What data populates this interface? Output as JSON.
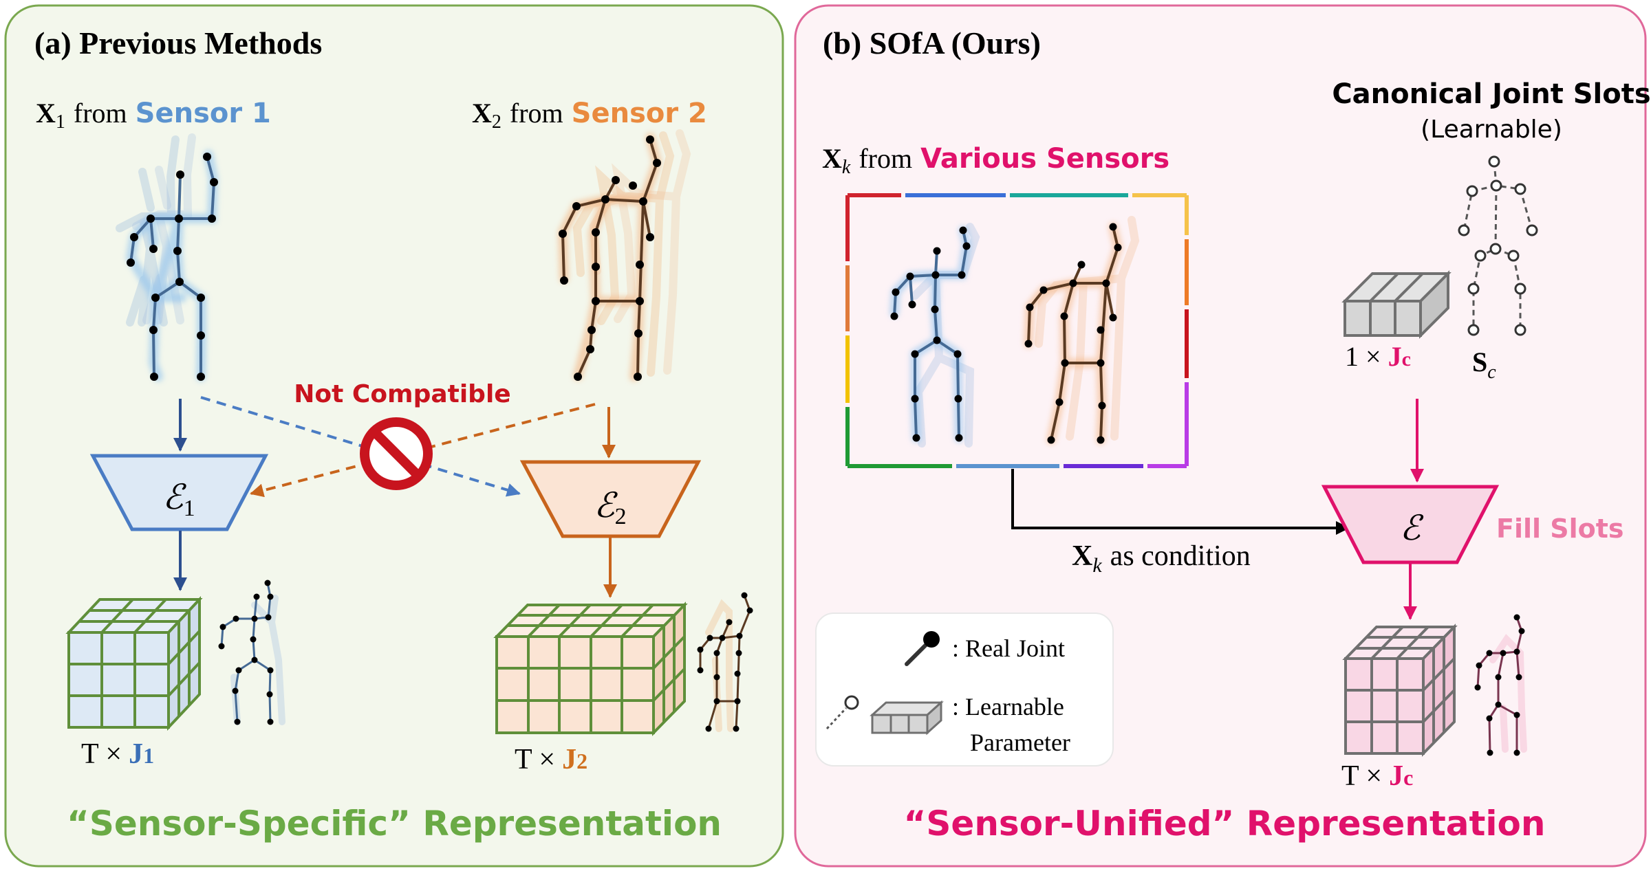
{
  "colors": {
    "green": "#6aaa45",
    "green_border": "#7aa84f",
    "green_bg": "#f3f7ec",
    "pink_border": "#e0689a",
    "pink_bg": "#fdf3f6",
    "blue": "#4a7cc4",
    "blue_dark": "#2c4f8f",
    "orange": "#c8641c",
    "orange_text": "#e98a3e",
    "red": "#c8141e",
    "magenta": "#e0116b",
    "fill_slots": "#ec7aa5",
    "cube_blue": "#dde9f5",
    "cube_orange": "#fbe4d4",
    "cube_pink": "#f9d7e5",
    "cube_gray": "#d6d6d6"
  },
  "left_panel": {
    "title": "(a) Previous Methods",
    "input1": {
      "var": "X",
      "sub": "1",
      "from": "from",
      "sensor": "Sensor 1"
    },
    "input2": {
      "var": "X",
      "sub": "2",
      "from": "from",
      "sensor": "Sensor 2"
    },
    "incompatible": "Not Compatible",
    "encoder1": {
      "glyph": "ℰ",
      "sub": "1"
    },
    "encoder2": {
      "glyph": "ℰ",
      "sub": "2"
    },
    "output1": {
      "prefix": "T ×",
      "joint": "J",
      "sub": "1"
    },
    "output2": {
      "prefix": "T ×",
      "joint": "J",
      "sub": "2"
    },
    "caption": "“Sensor-Specific” Representation"
  },
  "right_panel": {
    "title": "(b) SOfA (Ours)",
    "input": {
      "var": "X",
      "sub": "k",
      "from": "from",
      "sensor": "Various Sensors"
    },
    "slots_title": "Canonical Joint Slots",
    "slots_subtitle": "(Learnable)",
    "slots_var": {
      "var": "S",
      "sub": "c"
    },
    "param_label": {
      "prefix": "1 ×",
      "joint": "J",
      "sub": "c"
    },
    "condition": {
      "var": "X",
      "sub": "k",
      "text": "as condition"
    },
    "encoder": {
      "glyph": "ℰ"
    },
    "fill": "Fill Slots",
    "output": {
      "prefix": "T ×",
      "joint": "J",
      "sub": "c"
    },
    "legend": {
      "real_joint": ": Real Joint",
      "learnable_line1": ": Learnable",
      "learnable_line2": "Parameter"
    },
    "caption": "“Sensor-Unified” Representation"
  }
}
